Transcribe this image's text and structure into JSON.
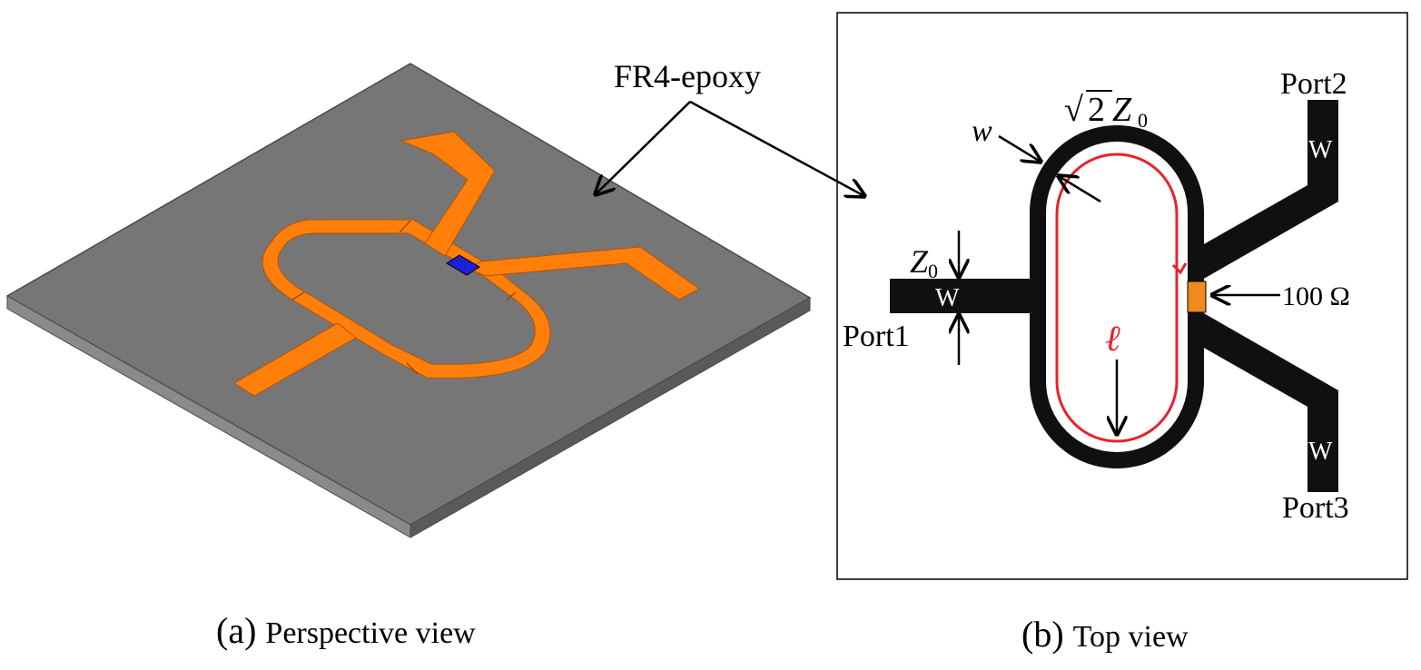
{
  "substrate_label": "FR4-epoxy",
  "panel_a": {
    "tag": "(a)",
    "caption": "Perspective view"
  },
  "panel_b": {
    "tag": "(b)",
    "caption": "Top view"
  },
  "top_view": {
    "port1": "Port1",
    "port2": "Port2",
    "port3": "Port3",
    "width_symbol": "W",
    "ring_width_symbol": "w",
    "z0_symbol": "Z",
    "z0_sub": "0",
    "ring_impedance_radical": "√",
    "ring_impedance_num": "2",
    "ring_impedance_Z": "Z",
    "ring_impedance_sub": "0",
    "length_symbol": "ℓ",
    "resistor_value": "100 Ω"
  },
  "colors": {
    "substrate_top": "#767676",
    "substrate_side": "#5a5a5a",
    "copper": "#ff7f0a",
    "resistor_3d": "#1f1fd6",
    "trace_top": "#101010",
    "resistor_top": "#f08a1e",
    "path_red": "#e8222a"
  }
}
